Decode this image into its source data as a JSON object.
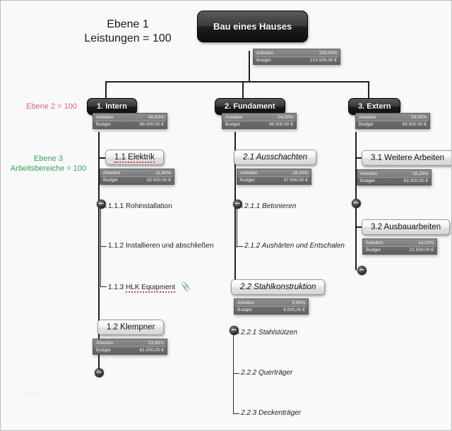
{
  "annotations": {
    "level1": "Ebene 1\nLeistungen = 100",
    "level1_line1": "Ebene 1",
    "level1_line2": "Leistungen = 100",
    "level2": "Ebene 2 = 100",
    "level3_line1": "Ebene 3",
    "level3_line2": "Arbeitsbereiche = 100",
    "colors": {
      "level1": "#1a1a1a",
      "level2": "#e1607a",
      "level3": "#35a05e"
    }
  },
  "watermark": "blog",
  "labels": {
    "arbeiten": "Arbeiten",
    "budget": "Budget"
  },
  "root": {
    "title": "Bau eines Hauses",
    "arbeiten": "100,00%",
    "budget": "215.500,00 €"
  },
  "level2": [
    {
      "title": "1.  Intern",
      "arbeiten": "45,60%",
      "budget": "86.000,00 €"
    },
    {
      "title": "2.  Fundament",
      "arbeiten": "24,00%",
      "budget": "46.000,00 €"
    },
    {
      "title": "3.  Extern",
      "arbeiten": "30,40%",
      "budget": "83.500,00 €"
    }
  ],
  "level3": [
    {
      "title": "1.1  Elektrik",
      "arbeiten": "11,80%",
      "budget": "25.000,00 €"
    },
    {
      "title": "1.2  Klempner",
      "arbeiten": "33,80%",
      "budget": "61.000,00 €"
    },
    {
      "title": "2.1  Ausschachten",
      "arbeiten": "18,20%",
      "budget": "37.000,00 €"
    },
    {
      "title": "2.2  Stahlkonstruktion",
      "arbeiten": "5,80%",
      "budget": "9.000,00 €"
    },
    {
      "title": "3.1  Weitere Arbeiten",
      "arbeiten": "16,20%",
      "budget": "62.000,00 €"
    },
    {
      "title": "3.2  Ausbauarbeiten",
      "arbeiten": "14,20%",
      "budget": "21.500,00 €"
    }
  ],
  "leaves": {
    "elektrik": [
      {
        "num": "1.1.1",
        "text": "Rohinstallation"
      },
      {
        "num": "1.1.2",
        "text": "Installieren und abschließen"
      },
      {
        "num": "1.1.3",
        "text": "HLK Equipment",
        "attachment": "📎"
      }
    ],
    "ausschachten": [
      {
        "num": "2.1.1",
        "text": "Betonieren"
      },
      {
        "num": "2.1.2",
        "text": "Aushärten und Entschalen"
      }
    ],
    "stahlkonstruktion": [
      {
        "num": "2.2.1",
        "text": "Stahlstützen"
      },
      {
        "num": "2.2.2",
        "text": "Querträger"
      },
      {
        "num": "2.2.3",
        "text": "Deckenträger"
      }
    ]
  }
}
